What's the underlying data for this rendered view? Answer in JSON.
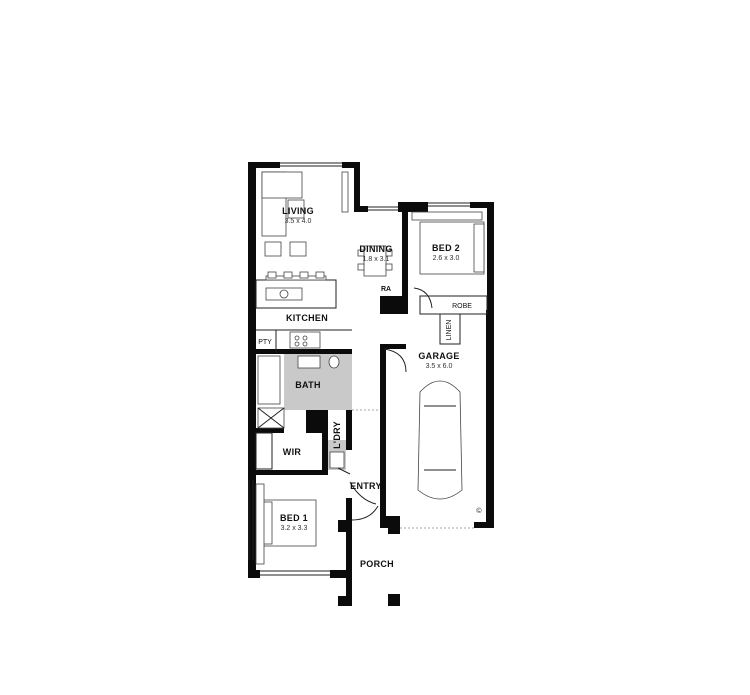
{
  "rooms": {
    "living": {
      "label": "LIVING",
      "dims": "3.5 x 4.0"
    },
    "dining": {
      "label": "DINING",
      "dims": "1.8 x 3.1"
    },
    "bed2": {
      "label": "BED 2",
      "dims": "2.6 x 3.0"
    },
    "kitchen": {
      "label": "KITCHEN"
    },
    "garage": {
      "label": "GARAGE",
      "dims": "3.5 x 6.0"
    },
    "bath": {
      "label": "BATH"
    },
    "laundry": {
      "label": "L'DRY"
    },
    "wir": {
      "label": "WIR"
    },
    "entry": {
      "label": "ENTRY"
    },
    "bed1": {
      "label": "BED 1",
      "dims": "3.2 x 3.3"
    },
    "porch": {
      "label": "PORCH"
    }
  },
  "small_labels": {
    "ra": "RA",
    "robe": "ROBE",
    "linen": "LINEN",
    "pty": "PTY"
  },
  "copyright_symbol": "©",
  "colors": {
    "wall": "#0b0b0b",
    "bath_floor": "#c9c9c9",
    "background": "#ffffff"
  }
}
